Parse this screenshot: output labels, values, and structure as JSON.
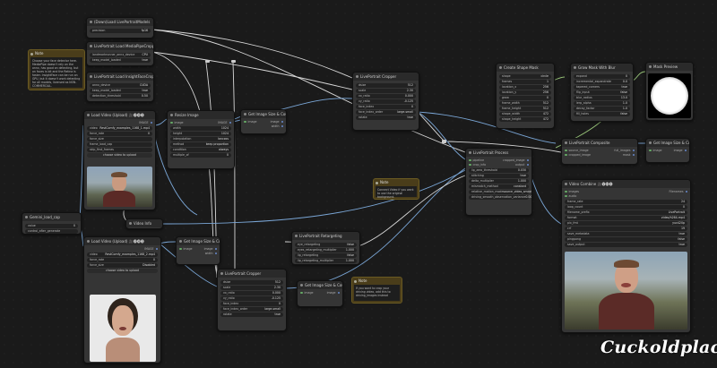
{
  "nodes": {
    "download_models": {
      "title": "(Down)Load LivePortraitModels",
      "widget_label": "precision",
      "widget_value": "fp16"
    },
    "load_mediapipe": {
      "title": "LivePortrait Load MediaPipeCropper",
      "w1_label": "landmarkrunner_onnx_device",
      "w1_value": "CPU",
      "w2_label": "keep_model_loaded",
      "w2_value": "true"
    },
    "load_insight": {
      "title": "LivePortrait Load InsightFaceCropper",
      "w1_label": "onnx_device",
      "w1_value": "CUDA",
      "w2_label": "keep_model_loaded",
      "w2_value": "true",
      "w3_label": "detection_threshold",
      "w3_value": "0.50"
    },
    "load_video_1": {
      "title": "Load Video (Upload) 🎥🅥🅗🅢",
      "video_label": "video",
      "video_value": "RestComfy_examples_1168_1.mp4",
      "force_rate": "force_rate",
      "force_size": "force_size",
      "frame_load_cap": "frame_load_cap",
      "skip_first": "skip_first_frames",
      "select_every": "select_every_nth",
      "upload_button": "choose video to upload"
    },
    "load_video_2": {
      "title": "Load Video (Upload) 🎥🅥🅗🅢",
      "video_label": "video",
      "video_value": "RestComfy_examples_1168_2.mp4",
      "force_rate": "force_rate",
      "force_size": "force_size",
      "force_size_value": "Disabled",
      "upload_button": "choose video to upload"
    },
    "resize_image": {
      "title": "Resize Image",
      "image_in": "image",
      "out1": "IMAGE",
      "w_width": "width",
      "w_width_v": "1024",
      "w_height": "height",
      "w_height_v": "1024",
      "w_interp": "interpolation",
      "w_interp_v": "lanczos",
      "w_method": "method",
      "w_method_v": "keep proportion",
      "w_cond": "condition",
      "w_cond_v": "always",
      "w_multiple": "multiple_of",
      "w_multiple_v": "0"
    },
    "get_size_1": {
      "title": "Get Image Size & Count"
    },
    "get_size_2": {
      "title": "Get Image Size & Count"
    },
    "get_size_3": {
      "title": "Get Image Size & Count"
    },
    "get_size_4": {
      "title": "Get Image Size & Count"
    },
    "video_info": {
      "title": "Video Info"
    },
    "gemini": {
      "title": "Gemini_load_cap",
      "w1": "value",
      "w2": "control_after_generate"
    },
    "lp_cropper": {
      "title": "LivePortrait Cropper",
      "rows": [
        [
          "dsize",
          "512"
        ],
        [
          "scale",
          "2.30"
        ],
        [
          "vx_ratio",
          "0.000"
        ],
        [
          "vy_ratio",
          "-0.125"
        ],
        [
          "face_index",
          "0"
        ],
        [
          "face_index_order",
          "large-small"
        ],
        [
          "rotate",
          "true"
        ]
      ]
    },
    "lp_cropper_2": {
      "title": "LivePortrait Cropper",
      "rows": [
        [
          "dsize",
          "512"
        ],
        [
          "scale",
          "2.30"
        ],
        [
          "vx_ratio",
          "0.000"
        ],
        [
          "vy_ratio",
          "-0.125"
        ],
        [
          "face_index",
          "0"
        ],
        [
          "face_index_order",
          "large-small"
        ],
        [
          "rotate",
          "true"
        ]
      ]
    },
    "lp_retarget": {
      "title": "LivePortrait Retargeting",
      "rows": [
        [
          "eye_retargeting",
          "false"
        ],
        [
          "eyes_retargeting_multiplier",
          "1.000"
        ],
        [
          "lip_retargeting",
          "false"
        ],
        [
          "lip_retargeting_multiplier",
          "1.000"
        ]
      ]
    },
    "lp_process": {
      "title": "LivePortrait Process",
      "rows": [
        [
          "lip_zero_threshold",
          "0.030"
        ],
        [
          "stitching",
          "true"
        ],
        [
          "delta_multiplier",
          "1.000"
        ],
        [
          "mismatch_method",
          "constant"
        ],
        [
          "relative_motion_mode",
          "source_video_smoothed"
        ],
        [
          "driving_smooth_observation_variance",
          "0.000003"
        ]
      ]
    },
    "lp_composite": {
      "title": "LivePortrait Composite"
    },
    "create_shape_mask": {
      "title": "Create Shape Mask",
      "rows": [
        [
          "shape",
          "circle"
        ],
        [
          "frames",
          "1"
        ],
        [
          "location_x",
          "256"
        ],
        [
          "location_y",
          "256"
        ],
        [
          "grow",
          "0"
        ],
        [
          "frame_width",
          "512"
        ],
        [
          "frame_height",
          "512"
        ],
        [
          "shape_width",
          "472"
        ],
        [
          "shape_height",
          "472"
        ]
      ]
    },
    "grow_mask": {
      "title": "Grow Mask With Blur",
      "rows": [
        [
          "expand",
          "0"
        ],
        [
          "incremental_expandrate",
          "0.0"
        ],
        [
          "tapered_corners",
          "true"
        ],
        [
          "flip_input",
          "false"
        ],
        [
          "blur_radius",
          "13.0"
        ],
        [
          "lerp_alpha",
          "1.0"
        ],
        [
          "decay_factor",
          "1.0"
        ],
        [
          "fill_holes",
          "false"
        ]
      ]
    },
    "mask_preview": {
      "title": "Mask Preview"
    },
    "video_combine": {
      "title": "Video Combine 🎥🅥🅗🅢",
      "rows": [
        [
          "frame_rate",
          "24"
        ],
        [
          "loop_count",
          "0"
        ],
        [
          "filename_prefix",
          "LivePortrait"
        ],
        [
          "format",
          "video/h264-mp4"
        ],
        [
          "pix_fmt",
          "yuv420p"
        ],
        [
          "crf",
          "19"
        ],
        [
          "save_metadata",
          "true"
        ],
        [
          "pingpong",
          "false"
        ],
        [
          "save_output",
          "true"
        ]
      ]
    }
  },
  "notes": {
    "note_main": {
      "title": "Note",
      "text": "Choose your face detector here. MediaPipe doesn't rely on the onnx, has good on detecting, but on faces is bit and the Retina is faster. InsightFace can be run on GPU, but it doesn't work detecting for all models, licensed as NON-COMMERCIAL."
    },
    "note_2": {
      "title": "Note",
      "text": "Connect Video if you want to use the original background."
    },
    "note_3": {
      "title": "Note",
      "text": "If you want to crop your driving video, add this to driving_images instead"
    }
  },
  "watermark": "Cuckoldplace",
  "colors": {
    "wire_image": "#7aa6d6",
    "wire_generic": "#d8d8d8",
    "wire_green": "#9ac77a",
    "note_bg": "#4a3d1a",
    "node_bg": "#353535"
  }
}
